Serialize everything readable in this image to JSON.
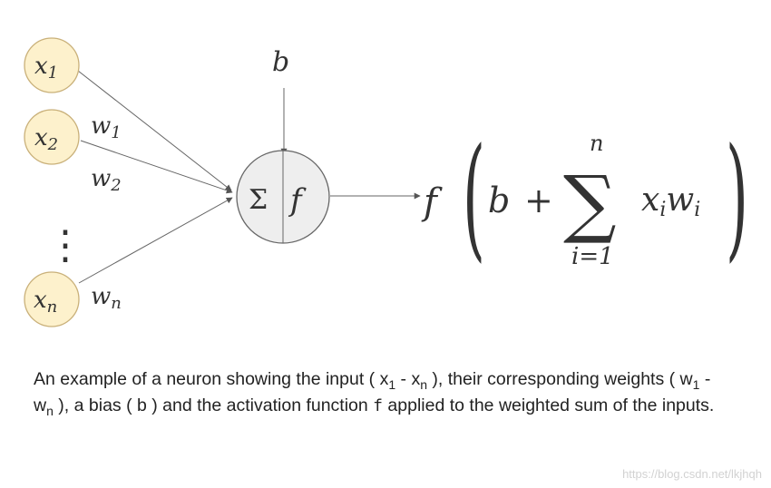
{
  "colors": {
    "input_fill": "#fdf1cc",
    "input_stroke": "#c9b079",
    "neuron_fill": "#eeeeee",
    "neuron_stroke": "#666666",
    "line": "#666666",
    "text": "#333333"
  },
  "inputs": [
    {
      "base": "x",
      "sub": "1"
    },
    {
      "base": "x",
      "sub": "2"
    },
    {
      "base": "x",
      "sub": "n"
    }
  ],
  "weights": [
    {
      "base": "w",
      "sub": "1"
    },
    {
      "base": "w",
      "sub": "2"
    },
    {
      "base": "w",
      "sub": "n"
    }
  ],
  "ellipsis": "⋮",
  "bias": "b",
  "neuron": {
    "sum_symbol": "Σ",
    "activation": "f"
  },
  "formula": {
    "func": "f",
    "open_paren": "(",
    "bias": "b",
    "plus": "+",
    "sum_symbol": "∑",
    "upper_limit": "n",
    "lower_limit": "i=1",
    "term_x": "x",
    "term_w": "w",
    "term_sub": "i",
    "close_paren": ")"
  },
  "caption": {
    "p1": "An example of a neuron showing the input ( x",
    "p1_sub": "1",
    "p2": " - x",
    "p2_sub": "n",
    "p3": " ), their corresponding weights ( w",
    "p3_sub": "1",
    "p4": " - w",
    "p4_sub": "n",
    "p5": " ), a bias ( b ) and the activation function ",
    "func": "f",
    "p6": " applied to the weighted sum of the inputs."
  },
  "watermark": "https://blog.csdn.net/lkjhqh"
}
